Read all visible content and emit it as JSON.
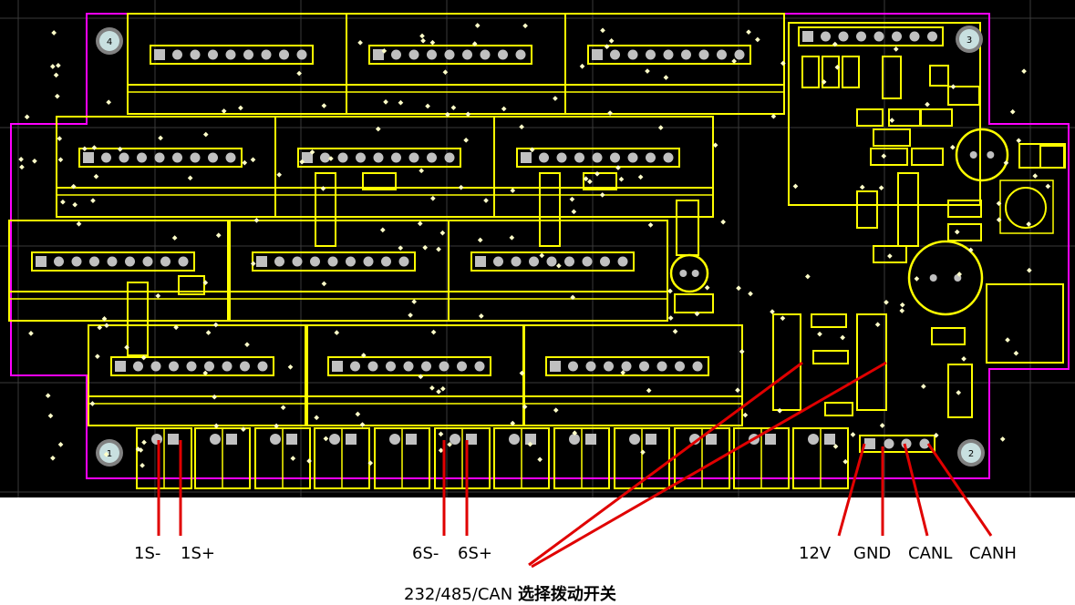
{
  "colors": {
    "board_bg": "#000000",
    "outline": "#ff00ff",
    "silkscreen": "#ffff00",
    "pad": "#c0c0c0",
    "via": "#ffffc8",
    "grid": "#404040",
    "callout": "#e00000",
    "hole": "#c8e0e0"
  },
  "mounting_holes": [
    "1",
    "2",
    "3",
    "4"
  ],
  "terminal_labels": {
    "s1_minus": "1S-",
    "s1_plus": "1S+",
    "s6_minus": "6S-",
    "s6_plus": "6S+",
    "v12": "12V",
    "gnd": "GND",
    "canl": "CANL",
    "canh": "CANH"
  },
  "switch_note": {
    "prefix": "232/485/CAN",
    "suffix": "选择拨动开关"
  }
}
